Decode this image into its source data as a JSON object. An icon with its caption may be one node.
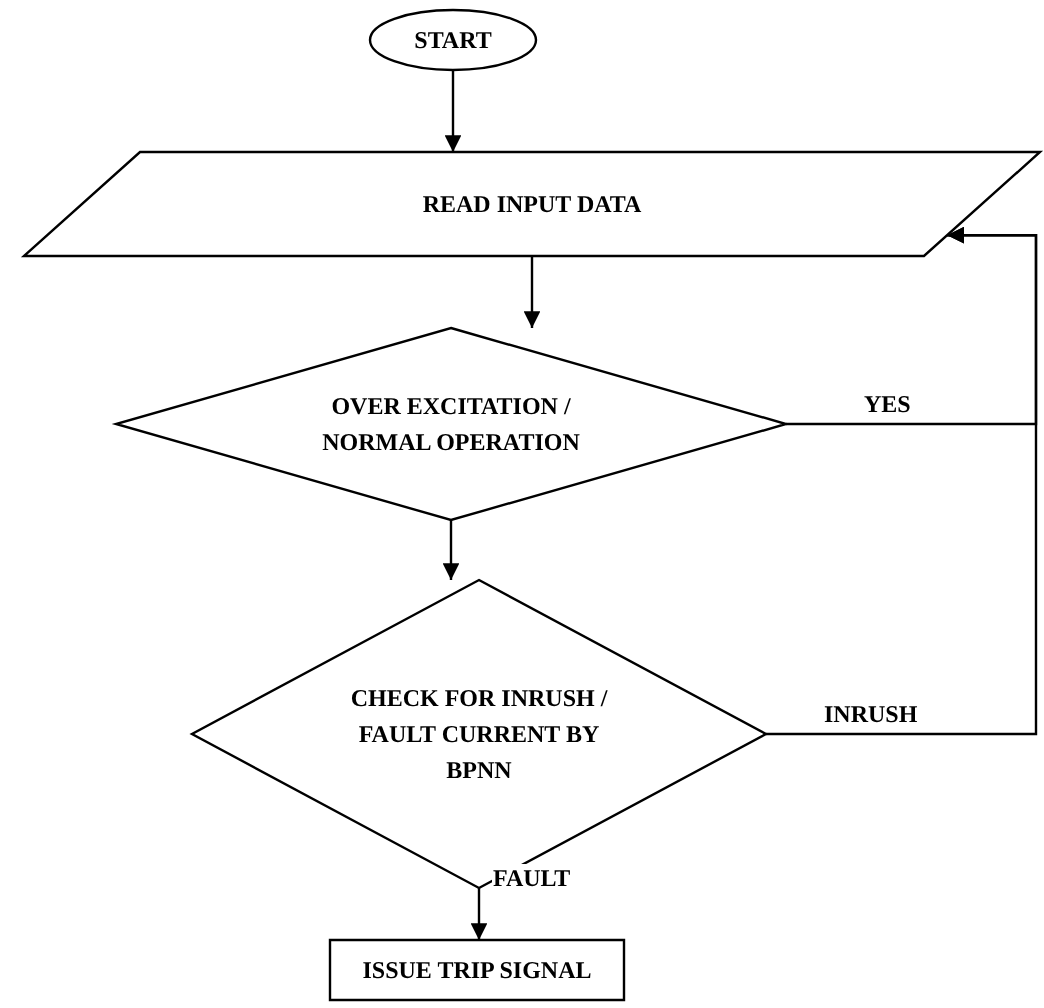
{
  "diagram": {
    "nodes": [
      {
        "text": [
          "START"
        ]
      },
      {
        "text": [
          "READ INPUT DATA"
        ]
      },
      {
        "text": [
          "OVER EXCITATION / NORMAL OPERATION"
        ]
      },
      {
        "text": [
          "CHECK FOR INRUSH / FAULT CURRENT BY BPNN"
        ]
      },
      {
        "text": [
          "ISSUE TRIP SIGNAL"
        ]
      }
    ],
    "edges": [
      {
        "from": 0,
        "to": 1,
        "arrow": "to"
      },
      {
        "from": 1,
        "to": 2,
        "arrow": "to"
      },
      {
        "from": 2,
        "to": 3,
        "arrow": "to"
      },
      {
        "from": 3,
        "to": 4,
        "arrow": "to",
        "label": "FAULT"
      },
      {
        "from": 2,
        "to": 1,
        "arrow": "to",
        "label": "YES"
      },
      {
        "from": 3,
        "to": 1,
        "arrow": "to",
        "label": "INRUSH"
      }
    ]
  }
}
